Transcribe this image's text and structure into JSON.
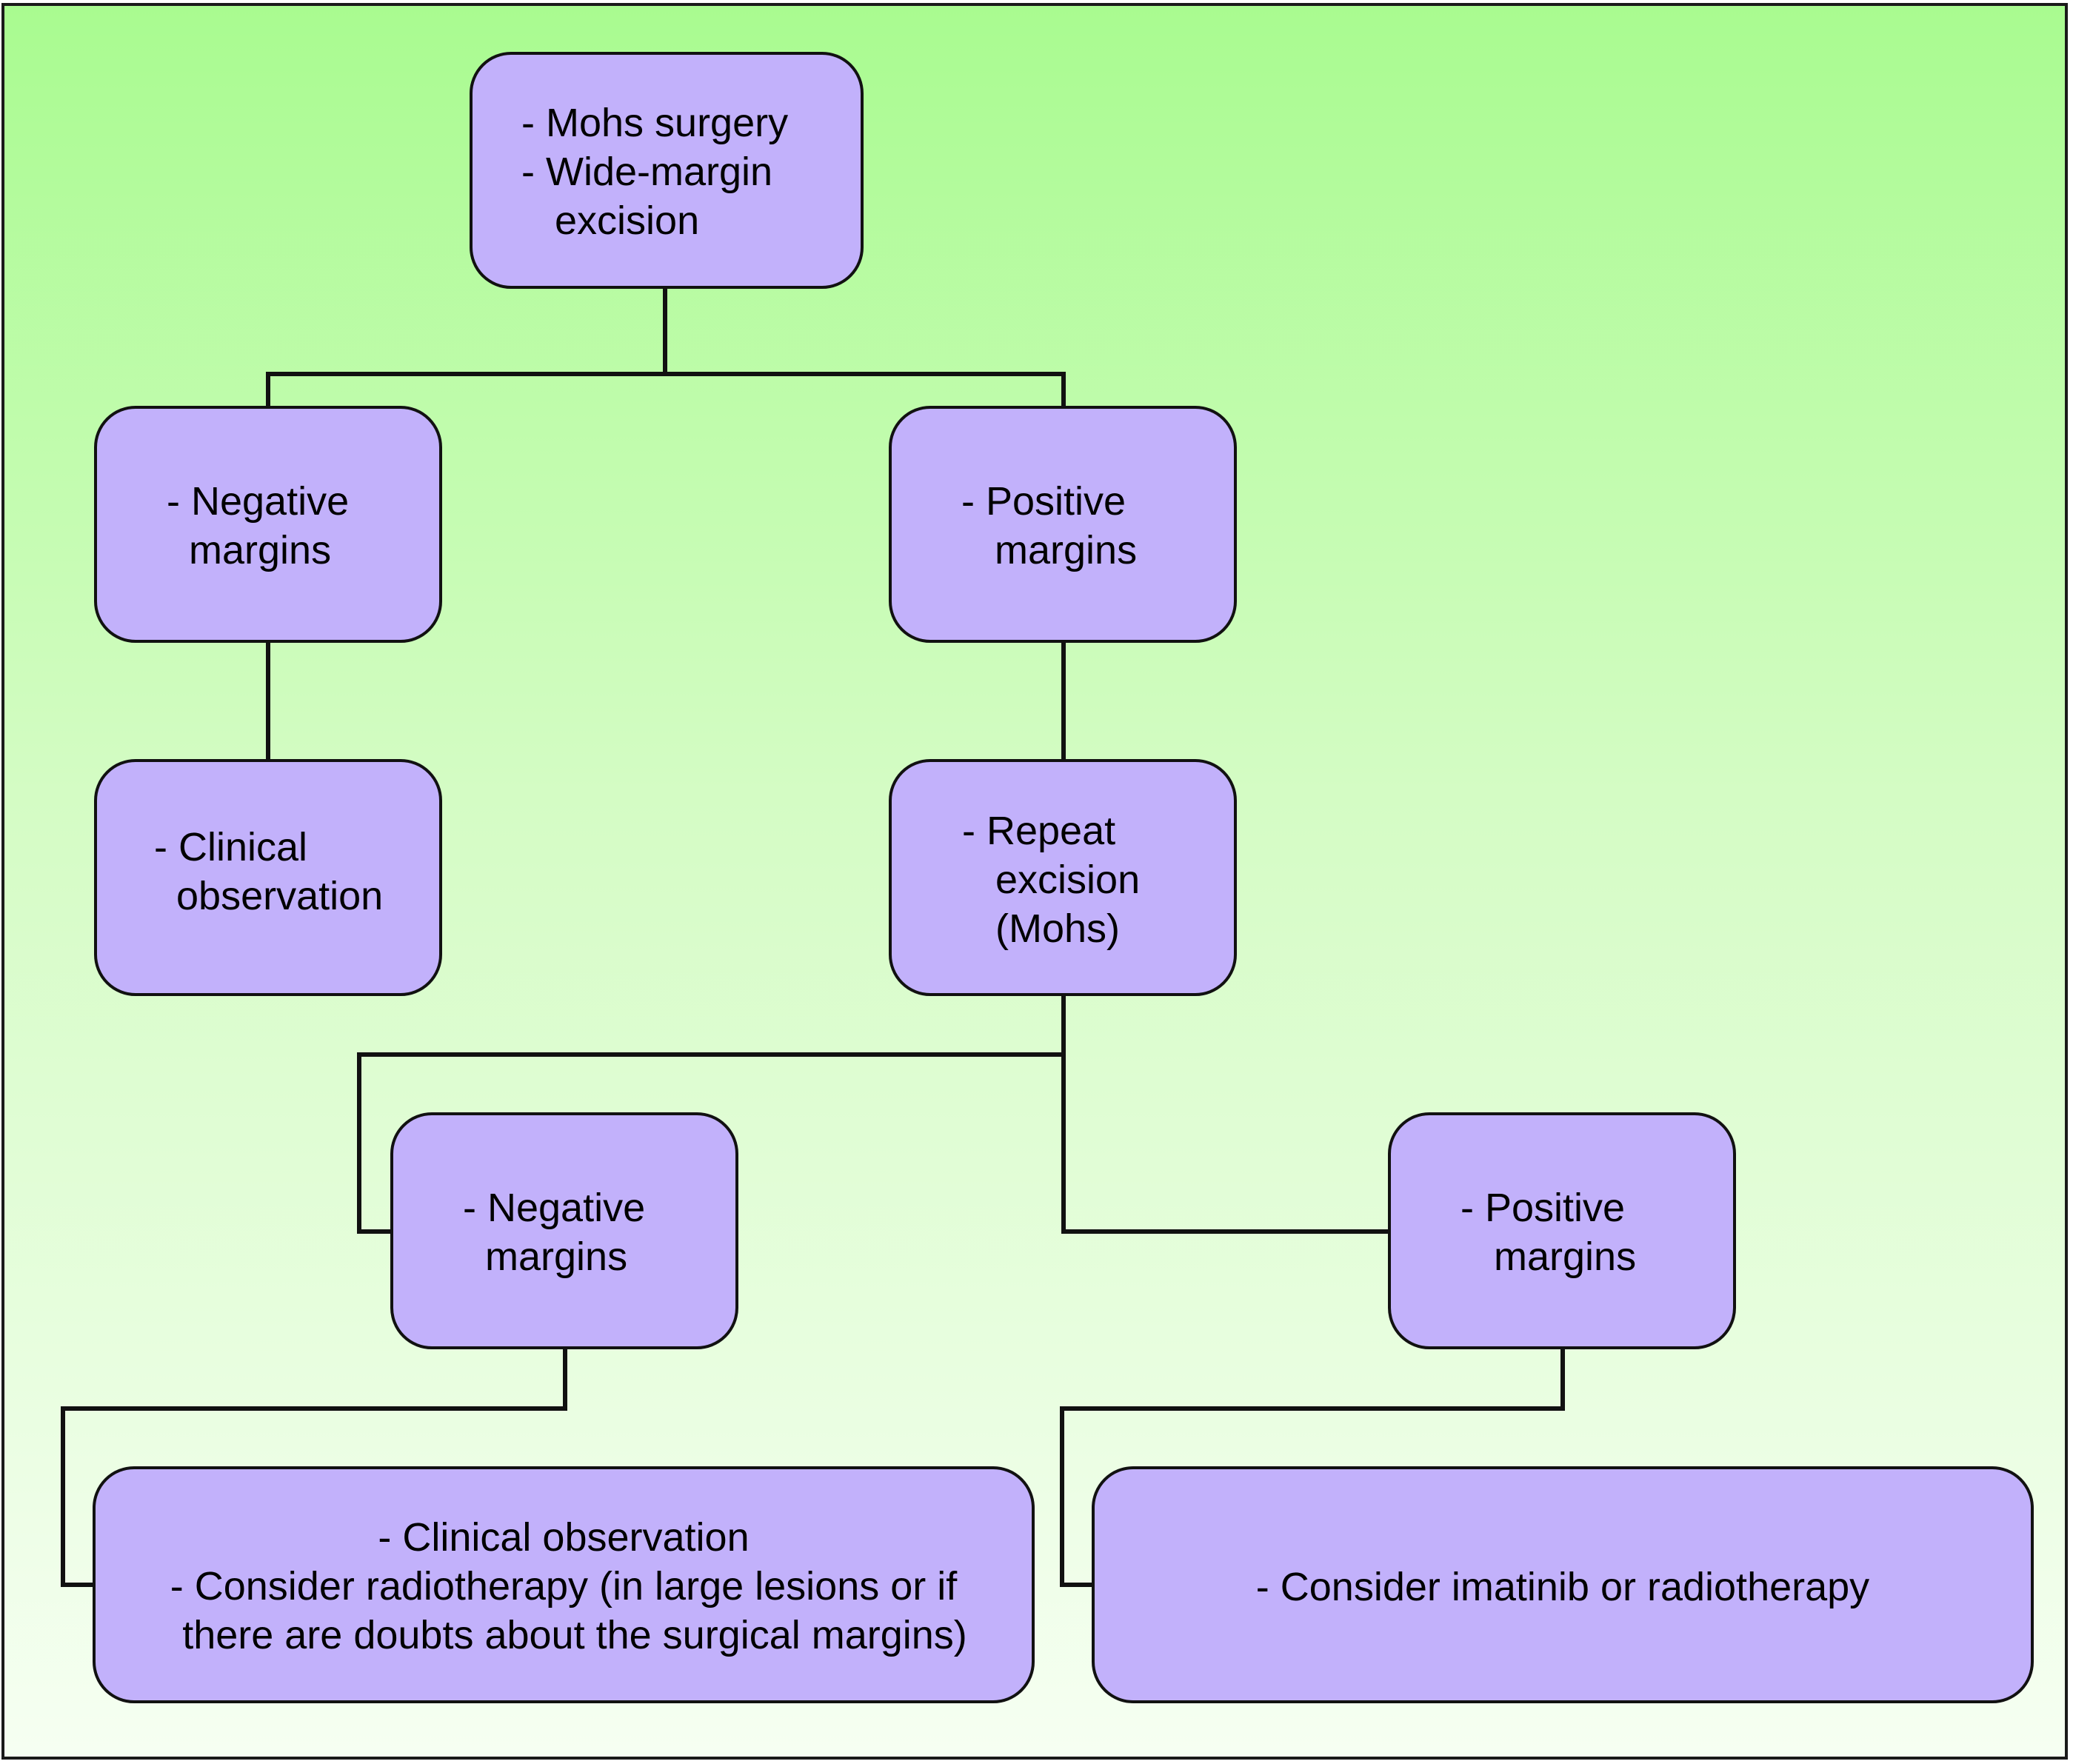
{
  "diagram": {
    "nodes": {
      "root": {
        "text": "- Mohs surgery\n- Wide-margin\n   excision"
      },
      "negative_margins_1": {
        "text": "- Negative\n  margins"
      },
      "positive_margins_1": {
        "text": "- Positive\n   margins"
      },
      "clinical_observation_1": {
        "text": "- Clinical\n  observation"
      },
      "repeat_excision": {
        "text": "- Repeat\n   excision\n   (Mohs)"
      },
      "negative_margins_2": {
        "text": "- Negative\n  margins"
      },
      "positive_margins_2": {
        "text": "- Positive\n   margins"
      },
      "observation_radiotherapy": {
        "text": "- Clinical observation\n- Consider radiotherapy (in large lesions or if\n  there are doubts about the surgical margins)"
      },
      "imatinib_radiotherapy": {
        "text": "- Consider imatinib or radiotherapy"
      }
    },
    "colors": {
      "node_fill": "#c2b1fb",
      "node_border": "#111111",
      "connector": "#111111",
      "background_top": "#a9fb90",
      "background_bottom": "#f6fff2"
    }
  }
}
